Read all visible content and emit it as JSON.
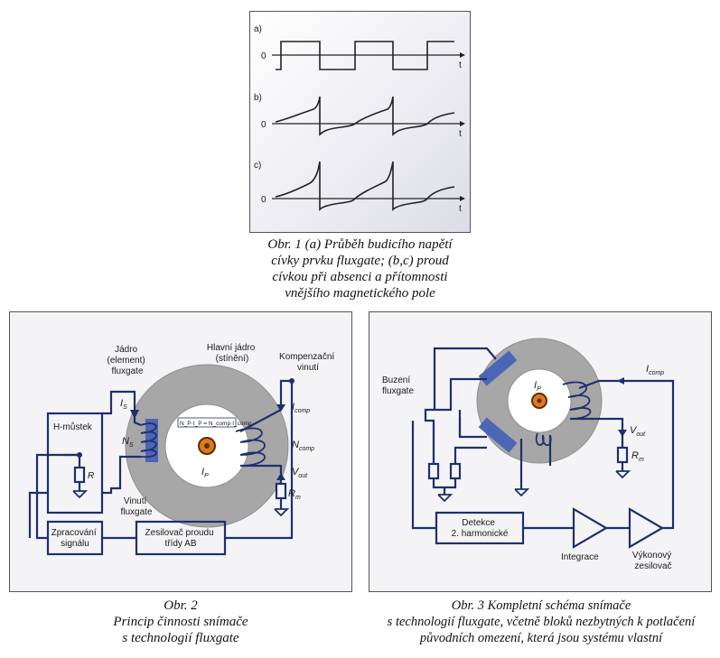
{
  "fig1": {
    "rows": [
      {
        "id": "a)",
        "zero": "0",
        "axis": "t"
      },
      {
        "id": "b)",
        "zero": "0",
        "axis": "t"
      },
      {
        "id": "c)",
        "zero": "0",
        "axis": "t"
      }
    ],
    "caption": [
      "Obr. 1  (a) Průběh budicího napětí",
      "cívky prvku fluxgate; (b,c) proud",
      "cívkou při absenci a přítomnosti",
      "vnějšího magnetického pole"
    ]
  },
  "fig2": {
    "core_label": [
      "Jádro",
      "(element)",
      "fluxgate"
    ],
    "main_core_label": [
      "Hlavní jádro",
      "(stínění)"
    ],
    "comp_winding_label": [
      "Kompenzační",
      "vinutí"
    ],
    "hbridge_label": "H-můstek",
    "resistor_label": "R",
    "is_label": "I",
    "is_sub": "S",
    "ns_label": "N",
    "ns_sub": "S",
    "ip_label": "I",
    "ip_sub": "P",
    "icomp_label": "I",
    "icomp_sub": "comp",
    "ncomp_label": "N",
    "ncomp_sub": "comp",
    "vout_label": "V",
    "vout_sub": "out",
    "rm_label": "R",
    "rm_sub": "m",
    "fluxgate_winding_label": [
      "Vinutí",
      "fluxgate"
    ],
    "equation": "N_P·I_P = N_comp·I_comp",
    "processing_label": [
      "Zpracování",
      "signálu"
    ],
    "amplifier_label": [
      "Zesilovač proudu",
      "třídy AB"
    ],
    "caption": [
      "Obr. 2",
      "Princip činnosti snímače",
      "s technologií fluxgate"
    ]
  },
  "fig3": {
    "excitation_label": [
      "Buzení",
      "fluxgate"
    ],
    "ip_label": "I",
    "ip_sub": "P",
    "icomp_label": "I",
    "icomp_sub": "comp",
    "vout_label": "V",
    "vout_sub": "out",
    "rm_label": "R",
    "rm_sub": "m",
    "detector_label": [
      "Detekce",
      "2. harmonické"
    ],
    "integrator_label": "Integrace",
    "power_amp_label": [
      "Výkonový",
      "zesilovač"
    ],
    "caption": [
      "Obr. 3  Kompletní schéma snímače",
      "s technologií fluxgate, včetně bloků nezbytných k potlačení",
      "původních omezení, která jsou systému vlastní"
    ]
  },
  "colors": {
    "wire": "#1f2f6e",
    "core_gray": "#a7a7a7",
    "sensor_blue": "#4b66b5",
    "conductor_orange": "#e0781e",
    "panel_bg": "#f4f4f6"
  }
}
